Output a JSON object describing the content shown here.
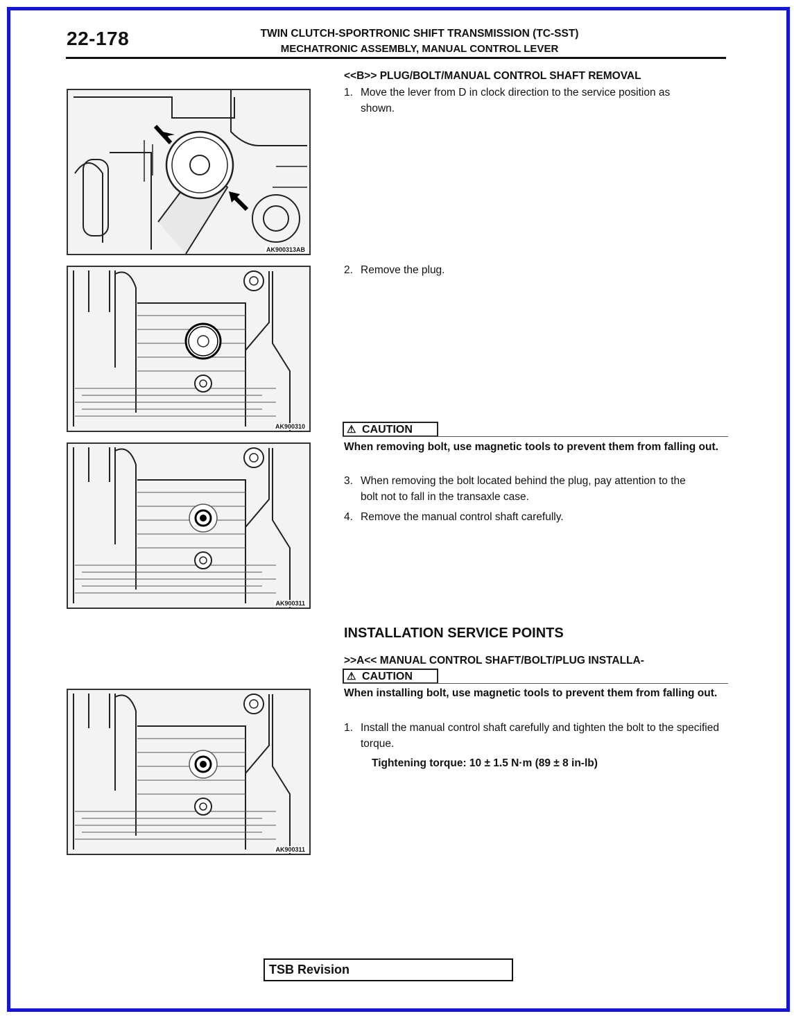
{
  "header": {
    "page_number": "22-178",
    "title": "TWIN CLUTCH-SPORTRONIC SHIFT TRANSMISSION (TC-SST)",
    "subtitle": "MECHATRONIC ASSEMBLY, MANUAL CONTROL LEVER"
  },
  "removal": {
    "heading": "<<B>> PLUG/BOLT/MANUAL CONTROL SHAFT REMOVAL",
    "step1": {
      "num": "1.",
      "text": "Move the lever from D in clock direction to the service position as shown."
    },
    "step2": {
      "num": "2.",
      "text": "Remove the plug."
    },
    "caution_label": "CAUTION",
    "caution_text": "When removing bolt, use magnetic tools to prevent them from falling out.",
    "step3": {
      "num": "3.",
      "text": "When removing the bolt located behind the plug, pay attention to the bolt not to fall in the transaxle case."
    },
    "step4": {
      "num": "4.",
      "text": "Remove the manual control shaft carefully."
    }
  },
  "installation": {
    "section_title": "INSTALLATION SERVICE POINTS",
    "heading": ">>A<< MANUAL CONTROL SHAFT/BOLT/PLUG INSTALLA-",
    "caution_label": "CAUTION",
    "caution_text": "When installing bolt, use magnetic tools to prevent them from falling out.",
    "step1": {
      "num": "1.",
      "text": "Install the manual control shaft carefully and tighten the bolt to the specified torque."
    },
    "torque": "Tightening torque: 10 ± 1.5 N·m (89 ± 8 in-lb)"
  },
  "figures": [
    {
      "code": "AK900313AB"
    },
    {
      "code": "AK900310"
    },
    {
      "code": "AK900311"
    },
    {
      "code": "AK900311"
    }
  ],
  "footer": {
    "tsb_label": "TSB Revision"
  },
  "colors": {
    "frame": "#1515d8"
  },
  "icons": {
    "caution": "warning-triangle-icon"
  }
}
